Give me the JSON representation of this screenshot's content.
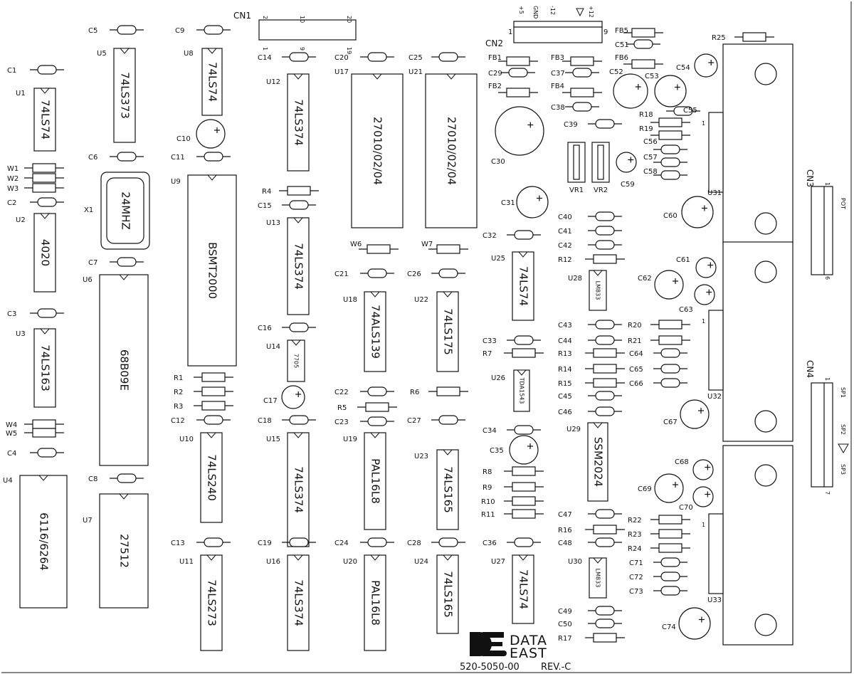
{
  "board": {
    "logo": "DATA EAST",
    "logo_line1": "DATA",
    "logo_line2": "EAST",
    "part_number": "520-5050-00",
    "revision": "REV.-C",
    "cn1_label": "CN1",
    "cn1_pins": [
      "2",
      "10",
      "20",
      "1",
      "9",
      "19"
    ],
    "cn2_label": "CN2",
    "cn2_pins": [
      "+5",
      "GND",
      "-12",
      "+12",
      "1",
      "9"
    ],
    "cn3_label": "CN3",
    "cn3_pins": [
      "1",
      "6"
    ],
    "cn3_pot": "POT",
    "cn4_label": "CN4",
    "cn4_pins": [
      "1",
      "7"
    ],
    "cn4_speakers": [
      "SP1",
      "SP2",
      "SP3"
    ],
    "chips": [
      {
        "ref": "U1",
        "name": "74LS74"
      },
      {
        "ref": "U2",
        "name": "4020"
      },
      {
        "ref": "U3",
        "name": "74LS163"
      },
      {
        "ref": "U4",
        "name": "6116/6264"
      },
      {
        "ref": "U5",
        "name": "74LS373"
      },
      {
        "ref": "U6",
        "name": "68B09E"
      },
      {
        "ref": "U7",
        "name": "27512"
      },
      {
        "ref": "U8",
        "name": "74LS74"
      },
      {
        "ref": "U9",
        "name": "BSMT2000"
      },
      {
        "ref": "U10",
        "name": "74LS240"
      },
      {
        "ref": "U11",
        "name": "74LS273"
      },
      {
        "ref": "U12",
        "name": "74LS374"
      },
      {
        "ref": "U13",
        "name": "74LS374"
      },
      {
        "ref": "U14",
        "name": "7705"
      },
      {
        "ref": "U15",
        "name": "74LS374"
      },
      {
        "ref": "U16",
        "name": "74LS374"
      },
      {
        "ref": "U17",
        "name": "27010/02/04"
      },
      {
        "ref": "U18",
        "name": "74ALS139"
      },
      {
        "ref": "U19",
        "name": "PAL16L8"
      },
      {
        "ref": "U20",
        "name": "PAL16L8"
      },
      {
        "ref": "U21",
        "name": "27010/02/04"
      },
      {
        "ref": "U22",
        "name": "74LS175"
      },
      {
        "ref": "U23",
        "name": "74LS165"
      },
      {
        "ref": "U24",
        "name": "74LS165"
      },
      {
        "ref": "U25",
        "name": "74LS74"
      },
      {
        "ref": "U26",
        "name": "TDA1543"
      },
      {
        "ref": "U27",
        "name": "74LS74"
      },
      {
        "ref": "U28",
        "name": "LM833"
      },
      {
        "ref": "U29",
        "name": "SSM2024"
      },
      {
        "ref": "U30",
        "name": "LM833"
      },
      {
        "ref": "U31",
        "name": ""
      },
      {
        "ref": "U32",
        "name": ""
      },
      {
        "ref": "U33",
        "name": ""
      }
    ],
    "crystal": {
      "ref": "X1",
      "name": "24MHZ"
    },
    "capacitors": [
      "C1",
      "C2",
      "C3",
      "C4",
      "C5",
      "C6",
      "C7",
      "C8",
      "C9",
      "C10",
      "C11",
      "C12",
      "C13",
      "C14",
      "C15",
      "C16",
      "C17",
      "C18",
      "C19",
      "C20",
      "C21",
      "C22",
      "C23",
      "C24",
      "C25",
      "C26",
      "C27",
      "C28",
      "C29",
      "C30",
      "C31",
      "C32",
      "C33",
      "C34",
      "C35",
      "C36",
      "C37",
      "C38",
      "C39",
      "C40",
      "C41",
      "C42",
      "C43",
      "C44",
      "C45",
      "C46",
      "C47",
      "C48",
      "C49",
      "C50",
      "C51",
      "C52",
      "C53",
      "C54",
      "C55",
      "C56",
      "C57",
      "C58",
      "C59",
      "C60",
      "C61",
      "C62",
      "C63",
      "C64",
      "C65",
      "C66",
      "C67",
      "C68",
      "C69",
      "C70",
      "C71",
      "C72",
      "C73",
      "C74"
    ],
    "resistors": [
      "R1",
      "R2",
      "R3",
      "R4",
      "R5",
      "R6",
      "R7",
      "R8",
      "R9",
      "R10",
      "R11",
      "R12",
      "R13",
      "R14",
      "R15",
      "R16",
      "R17",
      "R18",
      "R19",
      "R20",
      "R21",
      "R22",
      "R23",
      "R24",
      "R25"
    ],
    "jumpers": [
      "W1",
      "W2",
      "W3",
      "W4",
      "W5",
      "W6",
      "W7"
    ],
    "ferrites": [
      "FB1",
      "FB2",
      "FB3",
      "FB4",
      "FB5",
      "FB6"
    ],
    "trimpots": [
      "VR1",
      "VR2"
    ]
  }
}
